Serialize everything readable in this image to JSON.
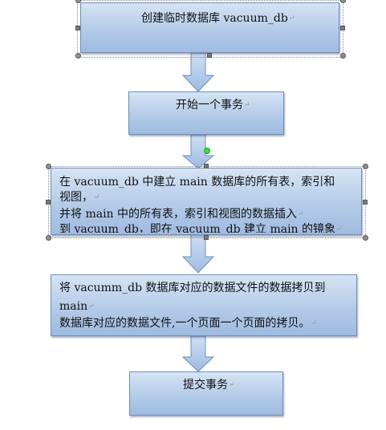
{
  "diagram": {
    "step1": {
      "text": "创建临时数据库 vacuum_db"
    },
    "step2": {
      "text": "开始一个事务"
    },
    "step3": {
      "lines": [
        "在 vacuum_db 中建立 main 数据库的所有表，索引和",
        "视图，",
        "并将 main 中的所有表，索引和视图的数据插入",
        "到 vacuum_db，即在 vacuum_db 建立 main 的镜象"
      ]
    },
    "step4": {
      "lines": [
        "将 vacumm_db 数据库对应的数据文件的数据拷贝到",
        "main",
        "数据库对应的数据文件,一个页面一个页面的拷贝。"
      ]
    },
    "step5": {
      "text": "提交事务"
    },
    "paragraph_mark": "↵",
    "colors": {
      "box_top": "#d6e4f4",
      "box_bottom": "#9fbbe0",
      "border": "#6f8fb8",
      "rotate_handle": "#3fdc3f"
    }
  }
}
